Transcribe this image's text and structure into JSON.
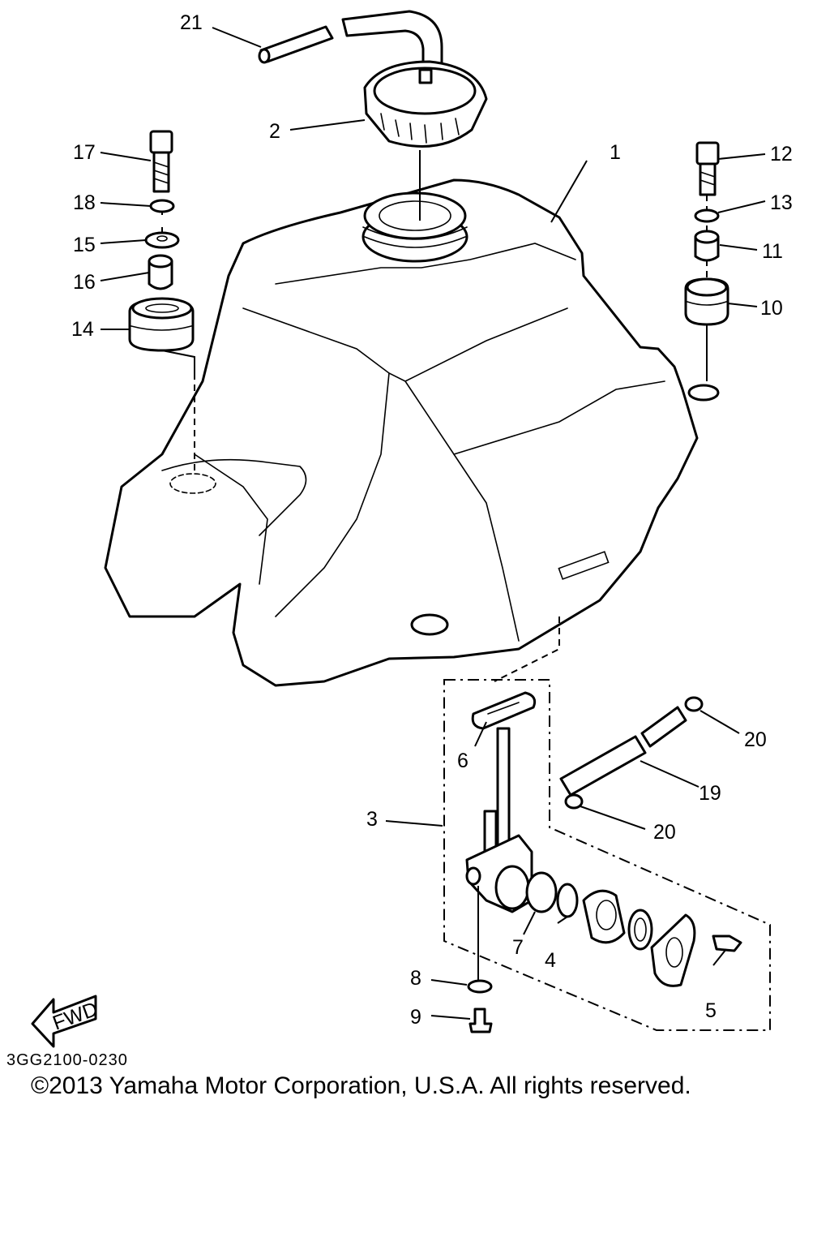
{
  "diagram": {
    "reference_code": "3GG2100-0230",
    "copyright": "©2013 Yamaha Motor Corporation, U.S.A. All rights reserved.",
    "fwd_label": "FWD",
    "callouts": {
      "c1": "1",
      "c2": "2",
      "c3": "3",
      "c4": "4",
      "c5": "5",
      "c6": "6",
      "c7": "7",
      "c8": "8",
      "c9": "9",
      "c10": "10",
      "c11": "11",
      "c12": "12",
      "c13": "13",
      "c14": "14",
      "c15": "15",
      "c16": "16",
      "c17": "17",
      "c18": "18",
      "c19": "19",
      "c20a": "20",
      "c20b": "20",
      "c21": "21"
    }
  }
}
